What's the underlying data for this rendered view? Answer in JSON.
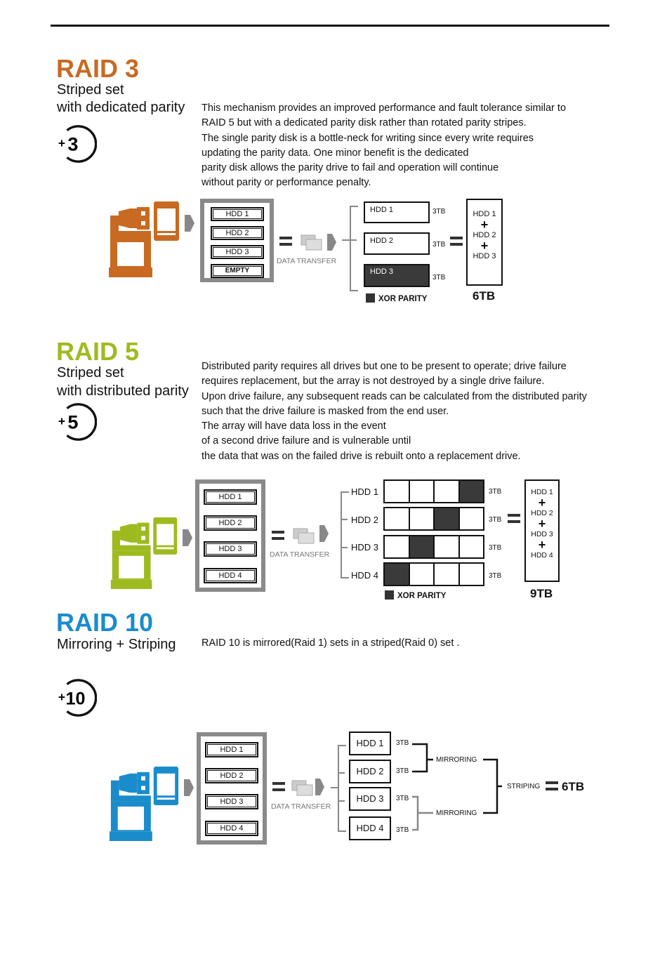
{
  "sections": {
    "raid3": {
      "title": "RAID 3",
      "color": "#c96a22",
      "subtitle_1": "Striped set",
      "subtitle_2": "with dedicated parity",
      "badge": "3",
      "description": [
        "This mechanism provides an improved performance and fault tolerance similar to",
        "RAID 5 but with a dedicated parity disk rather than rotated parity stripes.",
        "The single parity disk is a bottle-neck for writing since every write requires",
        "updating the parity data. One minor benefit is the dedicated",
        "parity disk allows the parity drive to fail and operation will continue",
        "without parity or performance penalty."
      ],
      "enclosure": [
        "HDD 1",
        "HDD 2",
        "HDD 3",
        "EMPTY"
      ],
      "transfer_label": "DATA TRANSFER",
      "drives": [
        {
          "label": "HDD 1",
          "size": "3TB",
          "parity": false
        },
        {
          "label": "HDD 2",
          "size": "3TB",
          "parity": false
        },
        {
          "label": "HDD 3",
          "size": "3TB",
          "parity": true
        }
      ],
      "legend": "XOR PARITY",
      "result": [
        "HDD 1",
        "HDD 2",
        "HDD 3"
      ],
      "plus": "+",
      "total": "6TB"
    },
    "raid5": {
      "title": "RAID 5",
      "color": "#9dbb1f",
      "subtitle_1": "Striped set",
      "subtitle_2": "with distributed parity",
      "badge": "5",
      "description": [
        "Distributed parity requires all drives but one to be present to operate; drive failure",
        "requires replacement, but the array is not destroyed by a single drive failure.",
        "Upon drive failure, any subsequent reads can be calculated from the distributed parity",
        "such that the drive failure is masked from the end user.",
        "The array will have data loss in the event",
        "of a second drive failure and is vulnerable until",
        "the data that was on the failed drive is rebuilt onto a replacement drive."
      ],
      "enclosure": [
        "HDD 1",
        "HDD 2",
        "HDD 3",
        "HDD 4"
      ],
      "transfer_label": "DATA TRANSFER",
      "drives": [
        {
          "label": "HDD 1",
          "size": "3TB",
          "parity_block": 4
        },
        {
          "label": "HDD 2",
          "size": "3TB",
          "parity_block": 3
        },
        {
          "label": "HDD 3",
          "size": "3TB",
          "parity_block": 2
        },
        {
          "label": "HDD 4",
          "size": "3TB",
          "parity_block": 1
        }
      ],
      "legend": "XOR PARITY",
      "result": [
        "HDD 1",
        "HDD 2",
        "HDD 3",
        "HDD 4"
      ],
      "plus": "+",
      "total": "9TB"
    },
    "raid10": {
      "title": "RAID 10",
      "color": "#1a8ccc",
      "subtitle_1": "Mirroring + Striping",
      "badge": "10",
      "description": [
        "RAID 10 is mirrored(Raid 1) sets in a striped(Raid 0) set ."
      ],
      "enclosure": [
        "HDD 1",
        "HDD 2",
        "HDD 3",
        "HDD 4"
      ],
      "transfer_label": "DATA TRANSFER",
      "drives": [
        {
          "label": "HDD 1",
          "size": "3TB"
        },
        {
          "label": "HDD 2",
          "size": "3TB"
        },
        {
          "label": "HDD 3",
          "size": "3TB"
        },
        {
          "label": "HDD 4",
          "size": "3TB"
        }
      ],
      "mirroring_label": "MIRRORING",
      "striping_label": "STRIPING",
      "total": "6TB"
    }
  }
}
